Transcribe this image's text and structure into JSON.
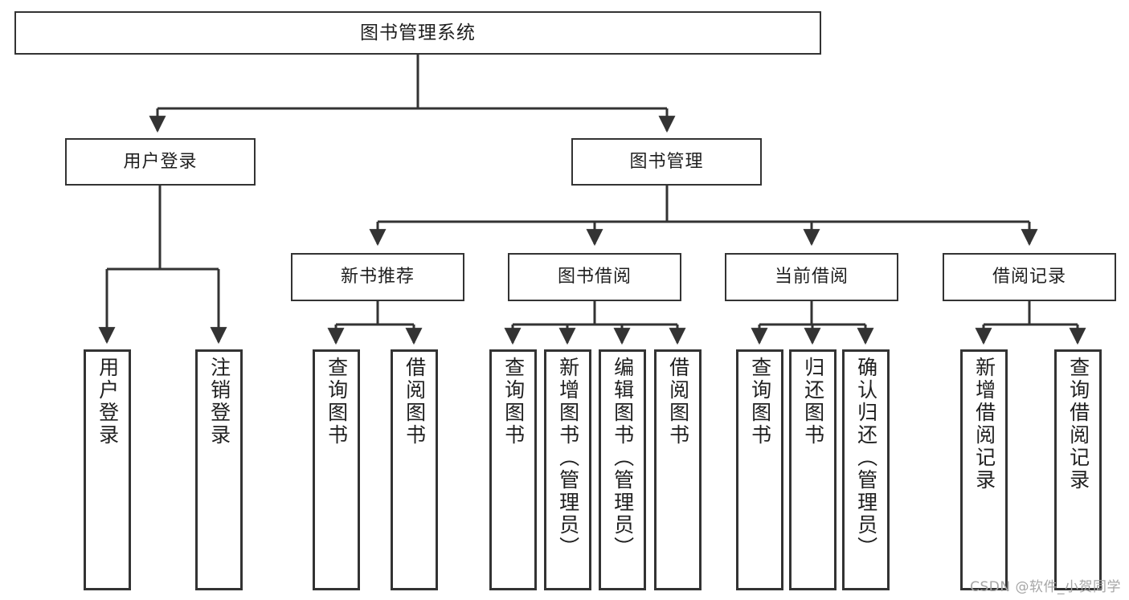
{
  "diagram": {
    "type": "tree-hierarchy-chart",
    "title": "图书管理系统",
    "stroke_color": "#333333",
    "background_color": "#ffffff",
    "text_color": "#1f1f1f",
    "root": {
      "label": "图书管理系统"
    },
    "level2": [
      {
        "label": "用户登录"
      },
      {
        "label": "图书管理"
      }
    ],
    "level3": [
      {
        "label": "新书推荐"
      },
      {
        "label": "图书借阅"
      },
      {
        "label": "当前借阅"
      },
      {
        "label": "借阅记录"
      }
    ],
    "leaves": {
      "user_login": [
        {
          "label": "用户登录"
        },
        {
          "label": "注销登录"
        }
      ],
      "new_book_recommend": [
        {
          "label": "查询图书"
        },
        {
          "label": "借阅图书"
        }
      ],
      "book_borrow": [
        {
          "label": "查询图书"
        },
        {
          "label": "新增图书（管理员）"
        },
        {
          "label": "编辑图书（管理员）"
        },
        {
          "label": "借阅图书"
        }
      ],
      "current_borrow": [
        {
          "label": "查询图书"
        },
        {
          "label": "归还图书"
        },
        {
          "label": "确认归还（管理员）"
        }
      ],
      "borrow_record": [
        {
          "label": "新增借阅记录"
        },
        {
          "label": "查询借阅记录"
        }
      ]
    }
  },
  "watermark": {
    "text": "CSDN @软件_小贺同学"
  }
}
